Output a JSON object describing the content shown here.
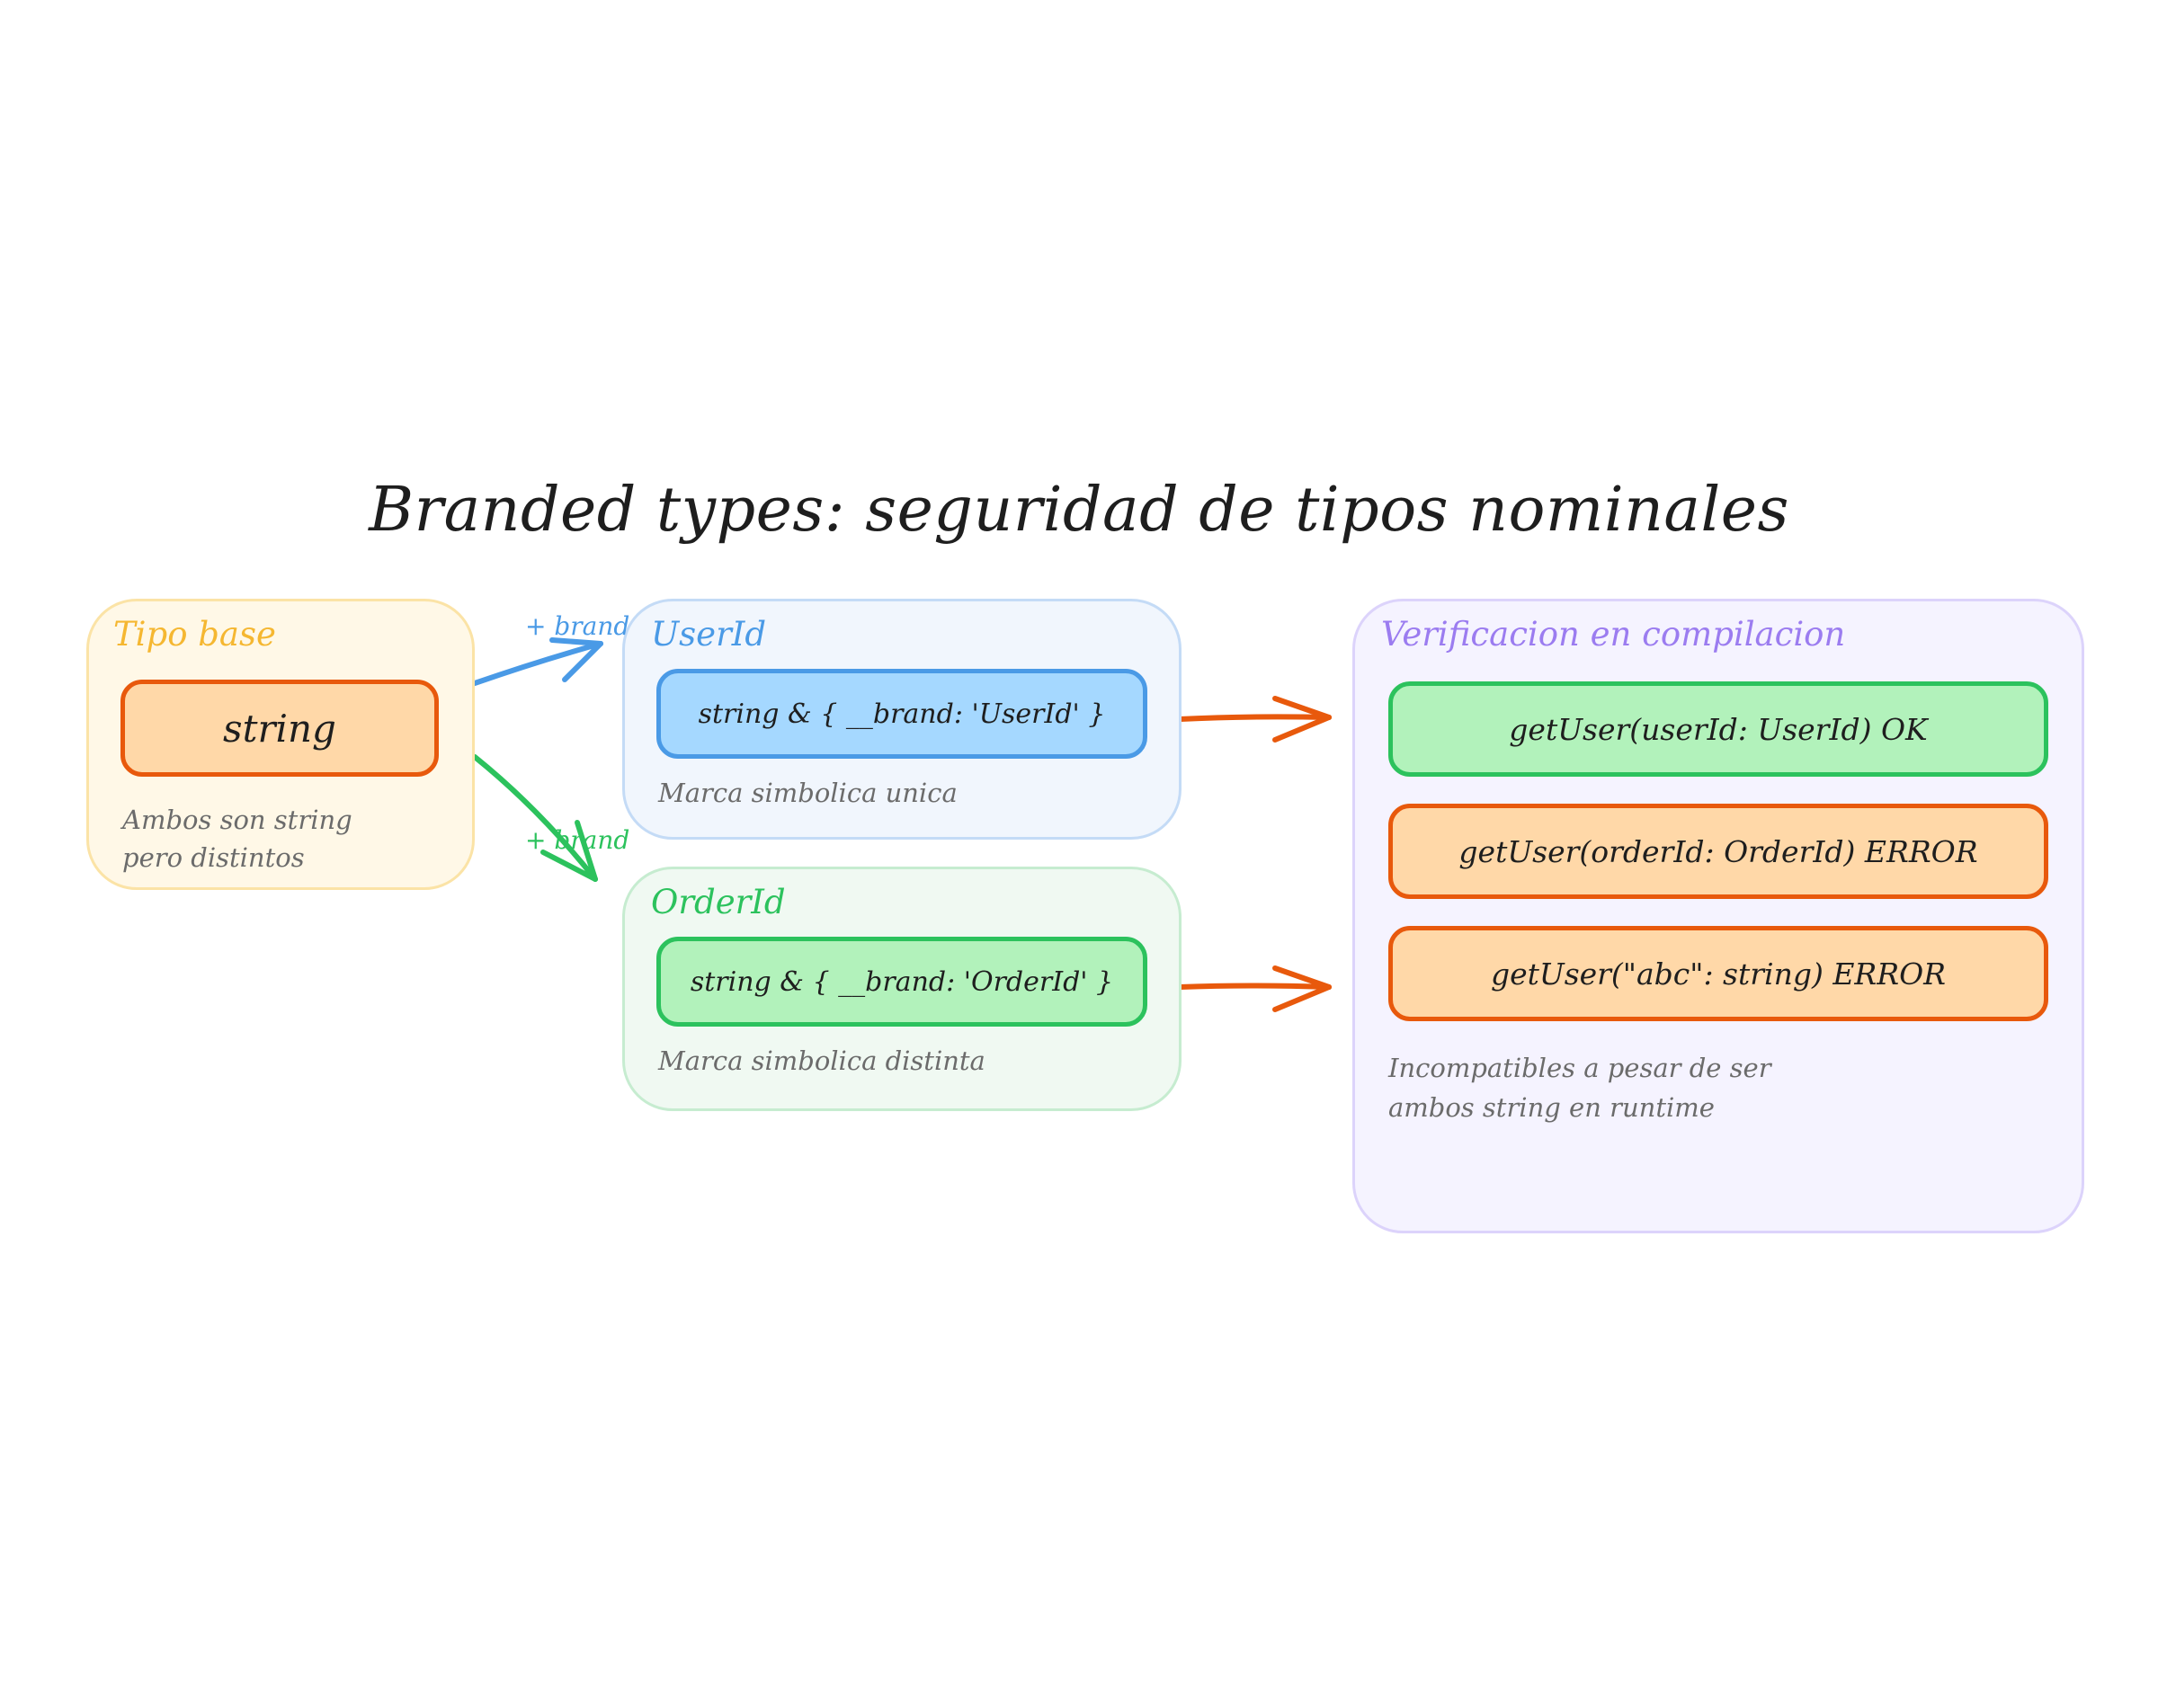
{
  "diagram": {
    "title": "Branded types: seguridad de tipos nominales",
    "colors": {
      "base": "#f5b731",
      "blue": "#4a9ae6",
      "green": "#2cc25d",
      "purple": "#9b7cf0",
      "orange": "#e8590c",
      "ink": "#1e1e1e",
      "note": "#6b6b6b"
    },
    "base_group": {
      "label": "Tipo base",
      "node": "string",
      "note_line1": "Ambos son string",
      "note_line2": "pero distintos"
    },
    "userid_group": {
      "label": "UserId",
      "node": "string & { __brand: 'UserId' }",
      "note": "Marca simbolica unica"
    },
    "orderid_group": {
      "label": "OrderId",
      "node": "string & { __brand: 'OrderId' }",
      "note": "Marca simbolica distinta"
    },
    "check_group": {
      "label": "Verificacion en compilacion",
      "items": [
        {
          "text": "getUser(userId: UserId) OK",
          "status": "ok"
        },
        {
          "text": "getUser(orderId: OrderId) ERROR",
          "status": "error"
        },
        {
          "text": "getUser(\"abc\": string) ERROR",
          "status": "error"
        }
      ],
      "note_line1": "Incompatibles a pesar de ser",
      "note_line2": "ambos string en runtime"
    },
    "edges": [
      {
        "from": "string",
        "to": "UserId",
        "label": "+ brand",
        "color": "blue"
      },
      {
        "from": "string",
        "to": "OrderId",
        "label": "+ brand",
        "color": "green"
      },
      {
        "from": "UserId",
        "to": "Verificacion en compilacion",
        "label": "",
        "color": "orange"
      },
      {
        "from": "OrderId",
        "to": "Verificacion en compilacion",
        "label": "",
        "color": "orange"
      }
    ]
  }
}
